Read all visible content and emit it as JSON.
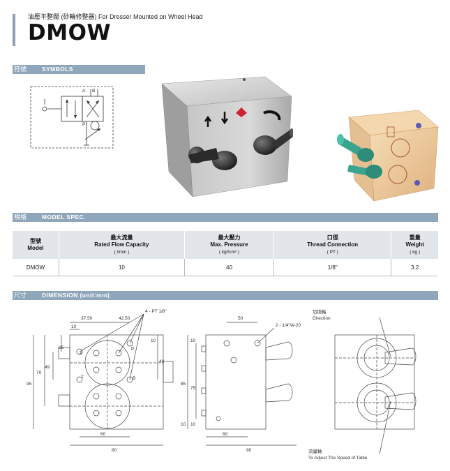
{
  "header": {
    "subtitle": "油壓平整閥 (砂輪修整器)  For Dresser Mounted on Wheel Head",
    "title": "DMOW"
  },
  "sections": {
    "symbols": {
      "zh": "符號",
      "en": "SYMBOLS"
    },
    "model_spec": {
      "zh": "規格",
      "en": "MODEL SPEC."
    },
    "dimension": {
      "zh": "尺寸",
      "en": "DIMENSION (unit:mm)"
    }
  },
  "symbol_labels": {
    "a": "A",
    "b": "B",
    "p": "P"
  },
  "spec_table": {
    "headers": [
      {
        "zh": "型號",
        "en": "Model",
        "unit": ""
      },
      {
        "zh": "最大流量",
        "en": "Rated Flow Capacity",
        "unit": "( l/min )"
      },
      {
        "zh": "最大壓力",
        "en": "Max. Pressure",
        "unit": "( kgf/cm² )"
      },
      {
        "zh": "口徑",
        "en": "Thread Connection",
        "unit": "( PT )"
      },
      {
        "zh": "重量",
        "en": "Weight",
        "unit": "( kg )"
      }
    ],
    "row": [
      "DMOW",
      "10",
      "40",
      "1/8\"",
      "3.2"
    ]
  },
  "dims": {
    "d3750": "37.50",
    "d4250": "42.50",
    "port_note": "4 - PT 1/8\"",
    "d10a": "10",
    "d25": "25",
    "d49": "49",
    "d70": "70",
    "d95": "95",
    "d10r": "10",
    "d49r": "49",
    "d60": "60",
    "d80": "80",
    "pA": "A",
    "pP": "P",
    "pT": "T",
    "pB": "B",
    "d50": "50",
    "screw_note": "2 - 1/4\"W-20",
    "s10a": "10",
    "s85": "85",
    "s75": "75",
    "s10b": "10",
    "s10c": "10",
    "s60": "60",
    "s90": "90",
    "dir_zh": "切換軸",
    "dir_en": "Direction",
    "flow_zh": "流量軸",
    "flow_en": "To Adjust The Speed of Table"
  }
}
